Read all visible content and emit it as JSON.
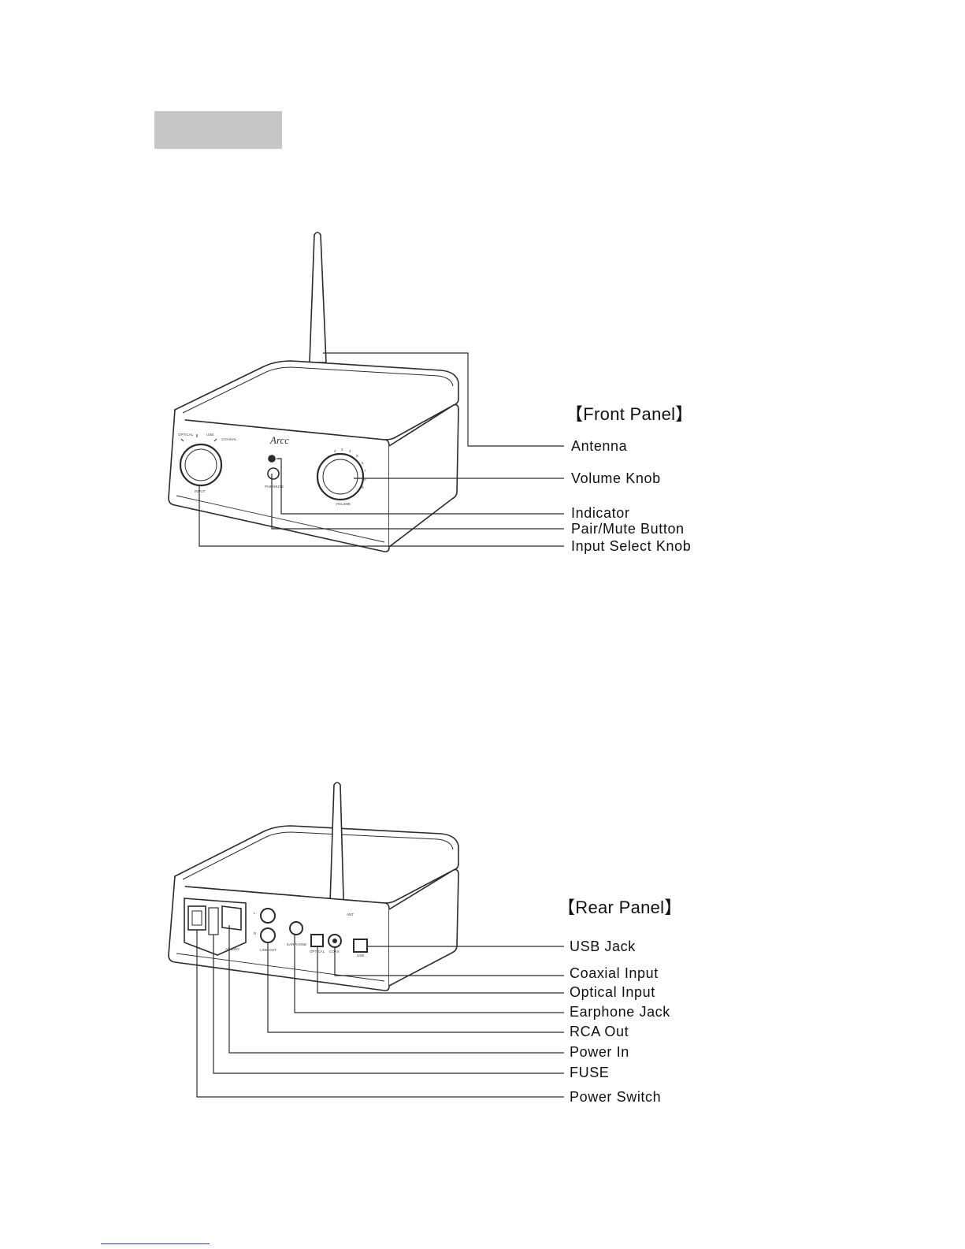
{
  "front": {
    "title": "【Front Panel】",
    "labels": {
      "antenna": "Antenna",
      "volume_knob": "Volume Knob",
      "indicator": "Indicator",
      "pair_mute": "Pair/Mute Button",
      "input_select": "Input Select Knob"
    },
    "device": {
      "brand": "Arcc",
      "input_options": [
        "OPTICAL",
        "USB",
        "COAXIAL"
      ],
      "input_label": "INPUT",
      "pair_label": "PAIR/MUTE",
      "volume_label": "VOLUME",
      "volume_scale": [
        "1",
        "2",
        "3",
        "4",
        "5",
        "6",
        "7",
        "8",
        "9"
      ]
    }
  },
  "rear": {
    "title": "【Rear Panel】",
    "labels": {
      "usb_jack": "USB  Jack",
      "coaxial": "Coaxial Input",
      "optical": "Optical  Input",
      "earphone": "Earphone Jack",
      "rca_out": "RCA Out",
      "power_in": "Power In",
      "fuse": "FUSE",
      "power_switch": "Power Switch"
    },
    "device": {
      "ac_label": "AC 230V",
      "line_out": "LINE OUT",
      "earphone": "EARPHONE",
      "optical": "OPTICAL",
      "coax": "COAX",
      "usb": "USB",
      "ant": "ANT",
      "channel_l": "L",
      "channel_r": "R"
    }
  },
  "colors": {
    "line": "#2b2b2b",
    "section_tab": "#c6c6c6",
    "footer_link": "#2a3aa0"
  }
}
